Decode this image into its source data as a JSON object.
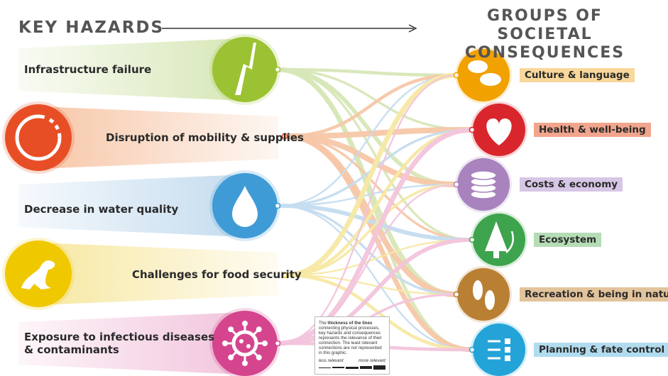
{
  "header": {
    "left_title": "KEY HAZARDS",
    "right_title_line1": "GROUPS OF",
    "right_title_line2": "SOCIETAL CONSEQUENCES"
  },
  "hazards": [
    {
      "label": "Infrastructure failure",
      "color": "#9bc232",
      "band": "#d7e7b7",
      "icon": "broken-road-icon"
    },
    {
      "label": "Disruption of mobility & supplies",
      "color": "#e84e26",
      "band": "#f7c7a8",
      "icon": "interrupted-circle-icon"
    },
    {
      "label": "Decrease in water quality",
      "color": "#3f9bd6",
      "band": "#c4dcef",
      "icon": "water-drop-icon"
    },
    {
      "label": "Challenges for food security",
      "color": "#f0c800",
      "band": "#f7e8a3",
      "icon": "seal-icon"
    },
    {
      "label": "Exposure to infectious diseases",
      "label_line2": "& contaminants",
      "color": "#d4458e",
      "band": "#f2c4dc",
      "icon": "virus-icon"
    }
  ],
  "consequences": [
    {
      "label": "Culture & language",
      "color": "#f1a100",
      "label_bg": "#f9d79a",
      "icon": "speech-bubbles-icon"
    },
    {
      "label": "Health & well-being",
      "color": "#d9262c",
      "label_bg": "#f1a58c",
      "icon": "heart-icon"
    },
    {
      "label": "Costs & economy",
      "color": "#a883bd",
      "label_bg": "#d7c6e5",
      "icon": "coin-stack-icon"
    },
    {
      "label": "Ecosystem",
      "color": "#3ea34d",
      "label_bg": "#b4dcb5",
      "icon": "tree-icon"
    },
    {
      "label": "Recreation & being in nature",
      "color": "#b97f33",
      "label_bg": "#e2c39b",
      "icon": "footprints-icon"
    },
    {
      "label": "Planning & fate control",
      "color": "#23a3d8",
      "label_bg": "#b1dcef",
      "icon": "checklist-icon"
    }
  ],
  "connections": [
    {
      "from": 0,
      "to": 0,
      "weight": 4
    },
    {
      "from": 0,
      "to": 1,
      "weight": 3
    },
    {
      "from": 0,
      "to": 2,
      "weight": 5
    },
    {
      "from": 0,
      "to": 3,
      "weight": 3
    },
    {
      "from": 0,
      "to": 4,
      "weight": 6
    },
    {
      "from": 0,
      "to": 5,
      "weight": 4
    },
    {
      "from": 1,
      "to": 0,
      "weight": 4
    },
    {
      "from": 1,
      "to": 1,
      "weight": 7
    },
    {
      "from": 1,
      "to": 2,
      "weight": 7
    },
    {
      "from": 1,
      "to": 3,
      "weight": 3
    },
    {
      "from": 1,
      "to": 4,
      "weight": 7
    },
    {
      "from": 1,
      "to": 5,
      "weight": 6
    },
    {
      "from": 2,
      "to": 0,
      "weight": 2
    },
    {
      "from": 2,
      "to": 1,
      "weight": 3
    },
    {
      "from": 2,
      "to": 2,
      "weight": 2
    },
    {
      "from": 2,
      "to": 3,
      "weight": 5
    },
    {
      "from": 2,
      "to": 4,
      "weight": 3
    },
    {
      "from": 2,
      "to": 5,
      "weight": 2
    },
    {
      "from": 3,
      "to": 0,
      "weight": 6
    },
    {
      "from": 3,
      "to": 1,
      "weight": 4
    },
    {
      "from": 3,
      "to": 2,
      "weight": 3
    },
    {
      "from": 3,
      "to": 3,
      "weight": 2
    },
    {
      "from": 3,
      "to": 4,
      "weight": 2
    },
    {
      "from": 3,
      "to": 5,
      "weight": 4
    },
    {
      "from": 4,
      "to": 0,
      "weight": 2
    },
    {
      "from": 4,
      "to": 1,
      "weight": 6
    },
    {
      "from": 4,
      "to": 2,
      "weight": 2
    },
    {
      "from": 4,
      "to": 3,
      "weight": 5
    },
    {
      "from": 4,
      "to": 4,
      "weight": 3
    },
    {
      "from": 4,
      "to": 5,
      "weight": 4
    }
  ],
  "legend": {
    "text_bold": "thickness of the lines",
    "text_pre": "The",
    "text_post": "connecting physical processes, key hazards and consequences represents the relevance of their connection. The least relevant connections are not represented in this graphic.",
    "less": "less relevant",
    "more": "more relevant"
  }
}
